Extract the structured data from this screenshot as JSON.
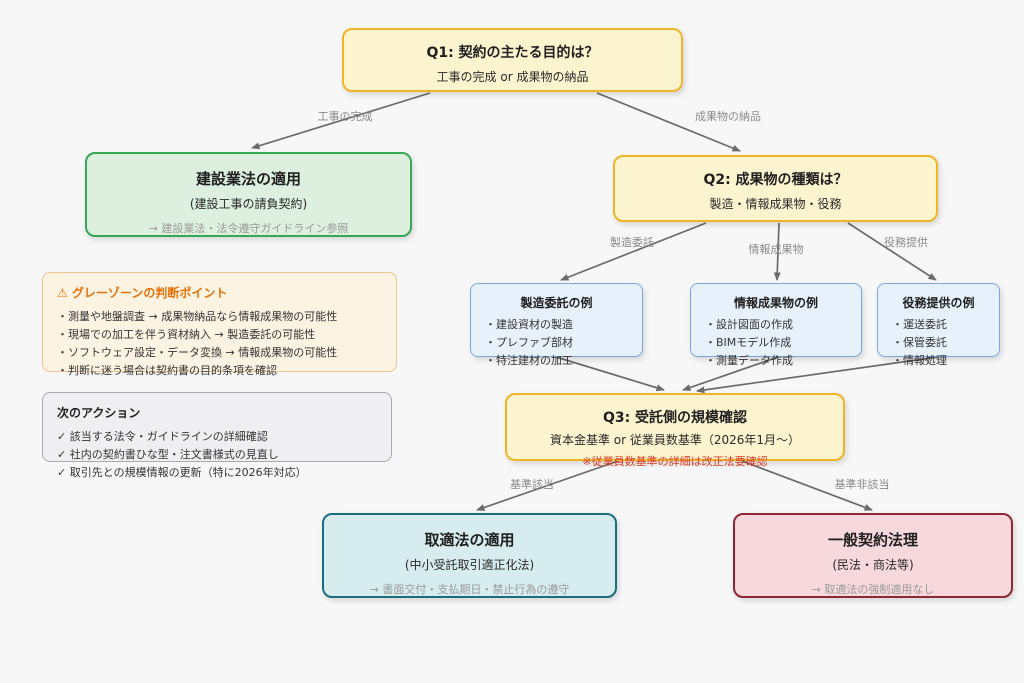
{
  "nodes": {
    "q1": {
      "title": "Q1: 契約の主たる目的は？",
      "subtitle": "工事の完成 or 成果物の納品"
    },
    "construction_law": {
      "title": "建設業法の適用",
      "subtitle": "(建設工事の請負契約)",
      "note": "→ 建設業法・法令遵守ガイドライン参照"
    },
    "q2": {
      "title": "Q2: 成果物の種類は？",
      "subtitle": "製造・情報成果物・役務"
    },
    "manufacturing_examples": {
      "title": "製造委託の例",
      "items": [
        "・建設資材の製造",
        "・プレファブ部材",
        "・特注建材の加工"
      ]
    },
    "info_product_examples": {
      "title": "情報成果物の例",
      "items": [
        "・設計図面の作成",
        "・BIMモデル作成",
        "・測量データ作成"
      ]
    },
    "service_examples": {
      "title": "役務提供の例",
      "items": [
        "・運送委託",
        "・保管委託",
        "・情報処理"
      ]
    },
    "q3": {
      "title": "Q3: 受託側の規模確認",
      "subtitle": "資本金基準 or 従業員数基準（2026年1月～）",
      "rednote": "※従業員数基準の詳細は改正法要確認"
    },
    "torikiteki_law": {
      "title": "取適法の適用",
      "subtitle": "(中小受託取引適正化法)",
      "note": "→ 書面交付・支払期日・禁止行為の遵守"
    },
    "general_contract": {
      "title": "一般契約法理",
      "subtitle": "(民法・商法等)",
      "note": "→ 取適法の強制適用なし"
    }
  },
  "panels": {
    "gray_zone": {
      "title": "⚠ グレーゾーンの判断ポイント",
      "items": [
        "・測量や地盤調査 → 成果物納品なら情報成果物の可能性",
        "・現場での加工を伴う資材納入 → 製造委託の可能性",
        "・ソフトウェア設定・データ変換 → 情報成果物の可能性",
        "・判断に迷う場合は契約書の目的条項を確認"
      ]
    },
    "next_actions": {
      "title": "次のアクション",
      "items": [
        "✓ 該当する法令・ガイドラインの詳細確認",
        "✓ 社内の契約書ひな型・注文書様式の見直し",
        "✓ 取引先との規模情報の更新（特に2026年対応）"
      ]
    }
  },
  "edges": {
    "construction_complete": "工事の完成",
    "deliverable_delivery": "成果物の納品",
    "manufacturing": "製造委託",
    "info_product": "情報成果物",
    "service": "役務提供",
    "meets_criteria": "基準該当",
    "not_meets_criteria": "基準非該当"
  },
  "colors": {
    "accent_yellow_border": "#f0b429",
    "accent_green_border": "#34a853",
    "accent_blue_border": "#7aa7e0",
    "accent_teal_border": "#1a6e7e",
    "accent_pink_border": "#8e2837",
    "warning_title": "#e8710a",
    "red_note": "#d93d2a",
    "arrow": "#6b6b6b"
  }
}
